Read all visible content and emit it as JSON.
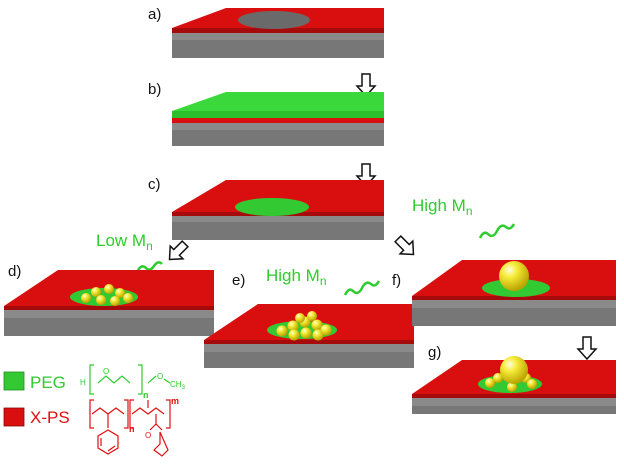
{
  "colors": {
    "red": "#d90f0f",
    "red_side": "#9e0a0a",
    "grey": "#8a8a8a",
    "grey_dark": "#6e6e6e",
    "green": "#33c933",
    "green_dark": "#22a022",
    "hole": "#6a6a6a",
    "yellow": "#f2e41a",
    "yellow_light": "#fffbb0",
    "label_green": "#2ecc2e",
    "label_red": "#e01010"
  },
  "steps": {
    "a": "a)",
    "b": "b)",
    "c": "c)",
    "d": "d)",
    "e": "e)",
    "f": "f)",
    "g": "g)"
  },
  "molecular_weight": {
    "low": {
      "text": "Low M",
      "sub": "n"
    },
    "high_f": {
      "text": "High M",
      "sub": "n"
    },
    "high_e": {
      "text": "High M",
      "sub": "n"
    }
  },
  "legend": {
    "peg": "PEG",
    "xps": "X-PS"
  },
  "chem": {
    "peg_h": "H",
    "peg_o1": "O",
    "peg_o2": "O",
    "peg_ch3": "CH",
    "peg_ch3_sub": "3",
    "peg_n": "n",
    "xps_n": "n",
    "xps_m": "m",
    "xps_o": "O"
  },
  "icons": {
    "arrow": "hollow-down-arrow",
    "chain": "polymer-chain-squiggle",
    "particle": "nanoparticle-sphere"
  }
}
